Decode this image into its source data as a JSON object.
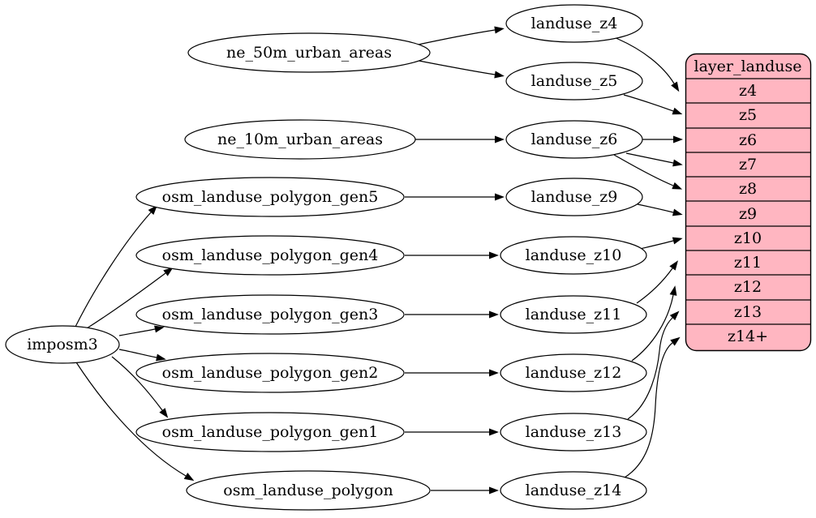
{
  "diagram_type": "etl-dependency-graph",
  "colors": {
    "background": "#ffffff",
    "edge": "#000000",
    "node_fill": "#ffffff",
    "node_border": "#000000",
    "record_fill": "#ffb6c1",
    "text": "#000000"
  },
  "nodes": {
    "imposm3": "imposm3",
    "ne_50m_urban_areas": "ne_50m_urban_areas",
    "ne_10m_urban_areas": "ne_10m_urban_areas",
    "osm_landuse_polygon_gen5": "osm_landuse_polygon_gen5",
    "osm_landuse_polygon_gen4": "osm_landuse_polygon_gen4",
    "osm_landuse_polygon_gen3": "osm_landuse_polygon_gen3",
    "osm_landuse_polygon_gen2": "osm_landuse_polygon_gen2",
    "osm_landuse_polygon_gen1": "osm_landuse_polygon_gen1",
    "osm_landuse_polygon": "osm_landuse_polygon",
    "landuse_z4": "landuse_z4",
    "landuse_z5": "landuse_z5",
    "landuse_z6": "landuse_z6",
    "landuse_z9": "landuse_z9",
    "landuse_z10": "landuse_z10",
    "landuse_z11": "landuse_z11",
    "landuse_z12": "landuse_z12",
    "landuse_z13": "landuse_z13",
    "landuse_z14": "landuse_z14"
  },
  "record_table": {
    "title": "layer_landuse",
    "rows": [
      "z4",
      "z5",
      "z6",
      "z7",
      "z8",
      "z9",
      "z10",
      "z11",
      "z12",
      "z13",
      "z14+"
    ]
  },
  "edges": [
    [
      "imposm3",
      "osm_landuse_polygon_gen5"
    ],
    [
      "imposm3",
      "osm_landuse_polygon_gen4"
    ],
    [
      "imposm3",
      "osm_landuse_polygon_gen3"
    ],
    [
      "imposm3",
      "osm_landuse_polygon_gen2"
    ],
    [
      "imposm3",
      "osm_landuse_polygon_gen1"
    ],
    [
      "imposm3",
      "osm_landuse_polygon"
    ],
    [
      "ne_50m_urban_areas",
      "landuse_z4"
    ],
    [
      "ne_50m_urban_areas",
      "landuse_z5"
    ],
    [
      "ne_10m_urban_areas",
      "landuse_z6"
    ],
    [
      "osm_landuse_polygon_gen5",
      "landuse_z9"
    ],
    [
      "osm_landuse_polygon_gen4",
      "landuse_z10"
    ],
    [
      "osm_landuse_polygon_gen3",
      "landuse_z11"
    ],
    [
      "osm_landuse_polygon_gen2",
      "landuse_z12"
    ],
    [
      "osm_landuse_polygon_gen1",
      "landuse_z13"
    ],
    [
      "osm_landuse_polygon",
      "landuse_z14"
    ],
    [
      "landuse_z4",
      "layer_landuse.z4"
    ],
    [
      "landuse_z5",
      "layer_landuse.z5"
    ],
    [
      "landuse_z6",
      "layer_landuse.z6"
    ],
    [
      "landuse_z6",
      "layer_landuse.z7"
    ],
    [
      "landuse_z6",
      "layer_landuse.z8"
    ],
    [
      "landuse_z9",
      "layer_landuse.z9"
    ],
    [
      "landuse_z10",
      "layer_landuse.z10"
    ],
    [
      "landuse_z11",
      "layer_landuse.z11"
    ],
    [
      "landuse_z12",
      "layer_landuse.z12"
    ],
    [
      "landuse_z13",
      "layer_landuse.z13"
    ],
    [
      "landuse_z14",
      "layer_landuse.z14+"
    ]
  ]
}
